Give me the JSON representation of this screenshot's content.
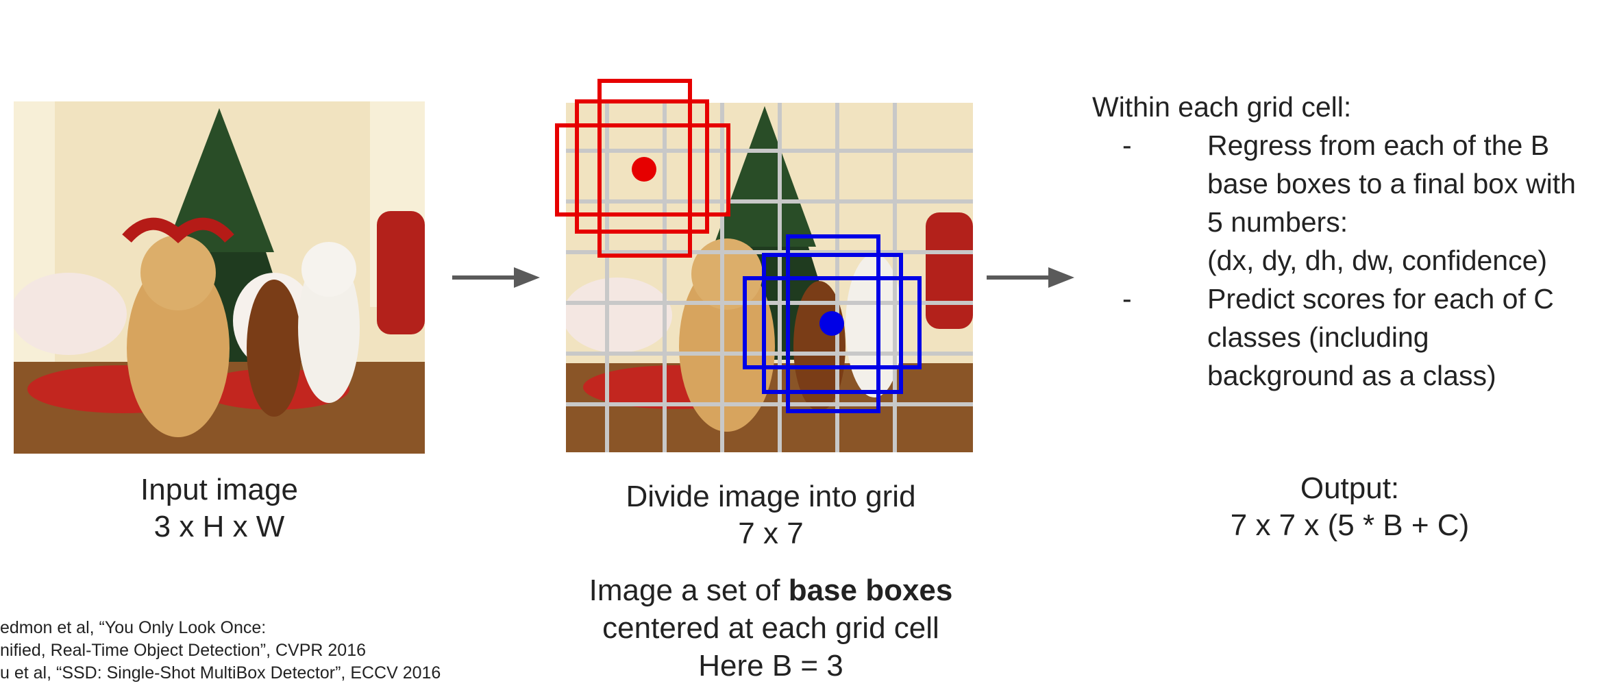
{
  "input_caption": {
    "line1": "Input image",
    "line2": "3 x H x W"
  },
  "grid_caption": {
    "line1": "Divide image into grid",
    "line2": "7 x 7"
  },
  "base_boxes_caption": {
    "line1_prefix": "Image a set of ",
    "line1_bold": "base boxes",
    "line2": "centered at each grid cell",
    "line3": "Here B = 3"
  },
  "right_panel": {
    "heading": "Within each grid cell:",
    "bullets": [
      {
        "dash": "-",
        "lines": [
          "Regress from each of the B",
          "base boxes to a final box with",
          "5 numbers:",
          "(dx, dy, dh, dw, confidence)"
        ]
      },
      {
        "dash": "-",
        "lines": [
          "Predict scores for each of C",
          "classes (including",
          "background as a class)"
        ]
      }
    ]
  },
  "output_caption": {
    "line1": "Output:",
    "line2": "7 x 7 x (5 * B + C)"
  },
  "references": [
    "edmon et al, “You Only Look Once:",
    "nified, Real-Time Object Detection”, CVPR 2016",
    "u et al, “SSD: Single-Shot MultiBox Detector”, ECCV 2016"
  ],
  "grid": {
    "rows": 7,
    "cols": 7
  },
  "colors": {
    "red_boxes": "#e60000",
    "blue_boxes": "#0000e6",
    "grid_lines": "#c8c8c8",
    "arrow": "#5a5a5a"
  }
}
